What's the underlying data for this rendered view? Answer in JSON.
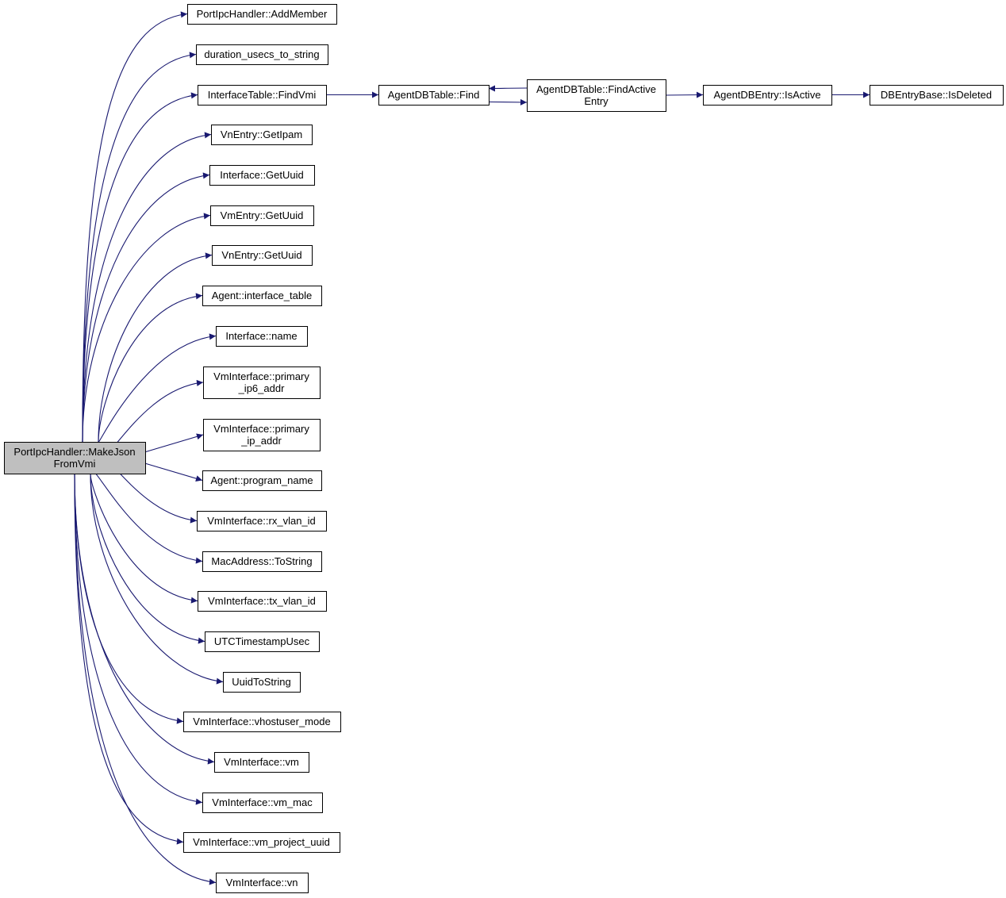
{
  "colors": {
    "edge": "#191970",
    "root_fill": "#bfbfbf",
    "node_fill": "#ffffff",
    "node_stroke": "#000000"
  },
  "root": {
    "id": "root",
    "lines": [
      "PortIpcHandler::MakeJson",
      "FromVmi"
    ]
  },
  "callees": [
    {
      "id": "add-member",
      "lines": [
        "PortIpcHandler::AddMember"
      ]
    },
    {
      "id": "duration-usecs-to-string",
      "lines": [
        "duration_usecs_to_string"
      ]
    },
    {
      "id": "find-vmi",
      "lines": [
        "InterfaceTable::FindVmi"
      ]
    },
    {
      "id": "get-ipam",
      "lines": [
        "VnEntry::GetIpam"
      ]
    },
    {
      "id": "interface-get-uuid",
      "lines": [
        "Interface::GetUuid"
      ]
    },
    {
      "id": "vm-entry-get-uuid",
      "lines": [
        "VmEntry::GetUuid"
      ]
    },
    {
      "id": "vn-entry-get-uuid",
      "lines": [
        "VnEntry::GetUuid"
      ]
    },
    {
      "id": "interface-table",
      "lines": [
        "Agent::interface_table"
      ]
    },
    {
      "id": "interface-name",
      "lines": [
        "Interface::name"
      ]
    },
    {
      "id": "primary-ip6-addr",
      "lines": [
        "VmInterface::primary",
        "_ip6_addr"
      ]
    },
    {
      "id": "primary-ip-addr",
      "lines": [
        "VmInterface::primary",
        "_ip_addr"
      ]
    },
    {
      "id": "program-name",
      "lines": [
        "Agent::program_name"
      ]
    },
    {
      "id": "rx-vlan-id",
      "lines": [
        "VmInterface::rx_vlan_id"
      ]
    },
    {
      "id": "mac-to-string",
      "lines": [
        "MacAddress::ToString"
      ]
    },
    {
      "id": "tx-vlan-id",
      "lines": [
        "VmInterface::tx_vlan_id"
      ]
    },
    {
      "id": "utc-timestamp-usec",
      "lines": [
        "UTCTimestampUsec"
      ]
    },
    {
      "id": "uuid-to-string",
      "lines": [
        "UuidToString"
      ]
    },
    {
      "id": "vhostuser-mode",
      "lines": [
        "VmInterface::vhostuser_mode"
      ]
    },
    {
      "id": "vm-interface-vm",
      "lines": [
        "VmInterface::vm"
      ]
    },
    {
      "id": "vm-mac",
      "lines": [
        "VmInterface::vm_mac"
      ]
    },
    {
      "id": "vm-project-uuid",
      "lines": [
        "VmInterface::vm_project_uuid"
      ]
    },
    {
      "id": "vm-interface-vn",
      "lines": [
        "VmInterface::vn"
      ]
    }
  ],
  "chain": [
    {
      "id": "agent-db-table-find",
      "lines": [
        "AgentDBTable::Find"
      ]
    },
    {
      "id": "find-active-entry",
      "lines": [
        "AgentDBTable::FindActive",
        "Entry"
      ]
    },
    {
      "id": "is-active",
      "lines": [
        "AgentDBEntry::IsActive"
      ]
    },
    {
      "id": "is-deleted",
      "lines": [
        "DBEntryBase::IsDeleted"
      ]
    }
  ],
  "edges": [
    {
      "from": "find-vmi",
      "to": "agent-db-table-find"
    },
    {
      "from": "agent-db-table-find",
      "to": "find-active-entry"
    },
    {
      "from": "find-active-entry",
      "to": "agent-db-table-find"
    },
    {
      "from": "find-active-entry",
      "to": "is-active"
    },
    {
      "from": "is-active",
      "to": "is-deleted"
    }
  ]
}
